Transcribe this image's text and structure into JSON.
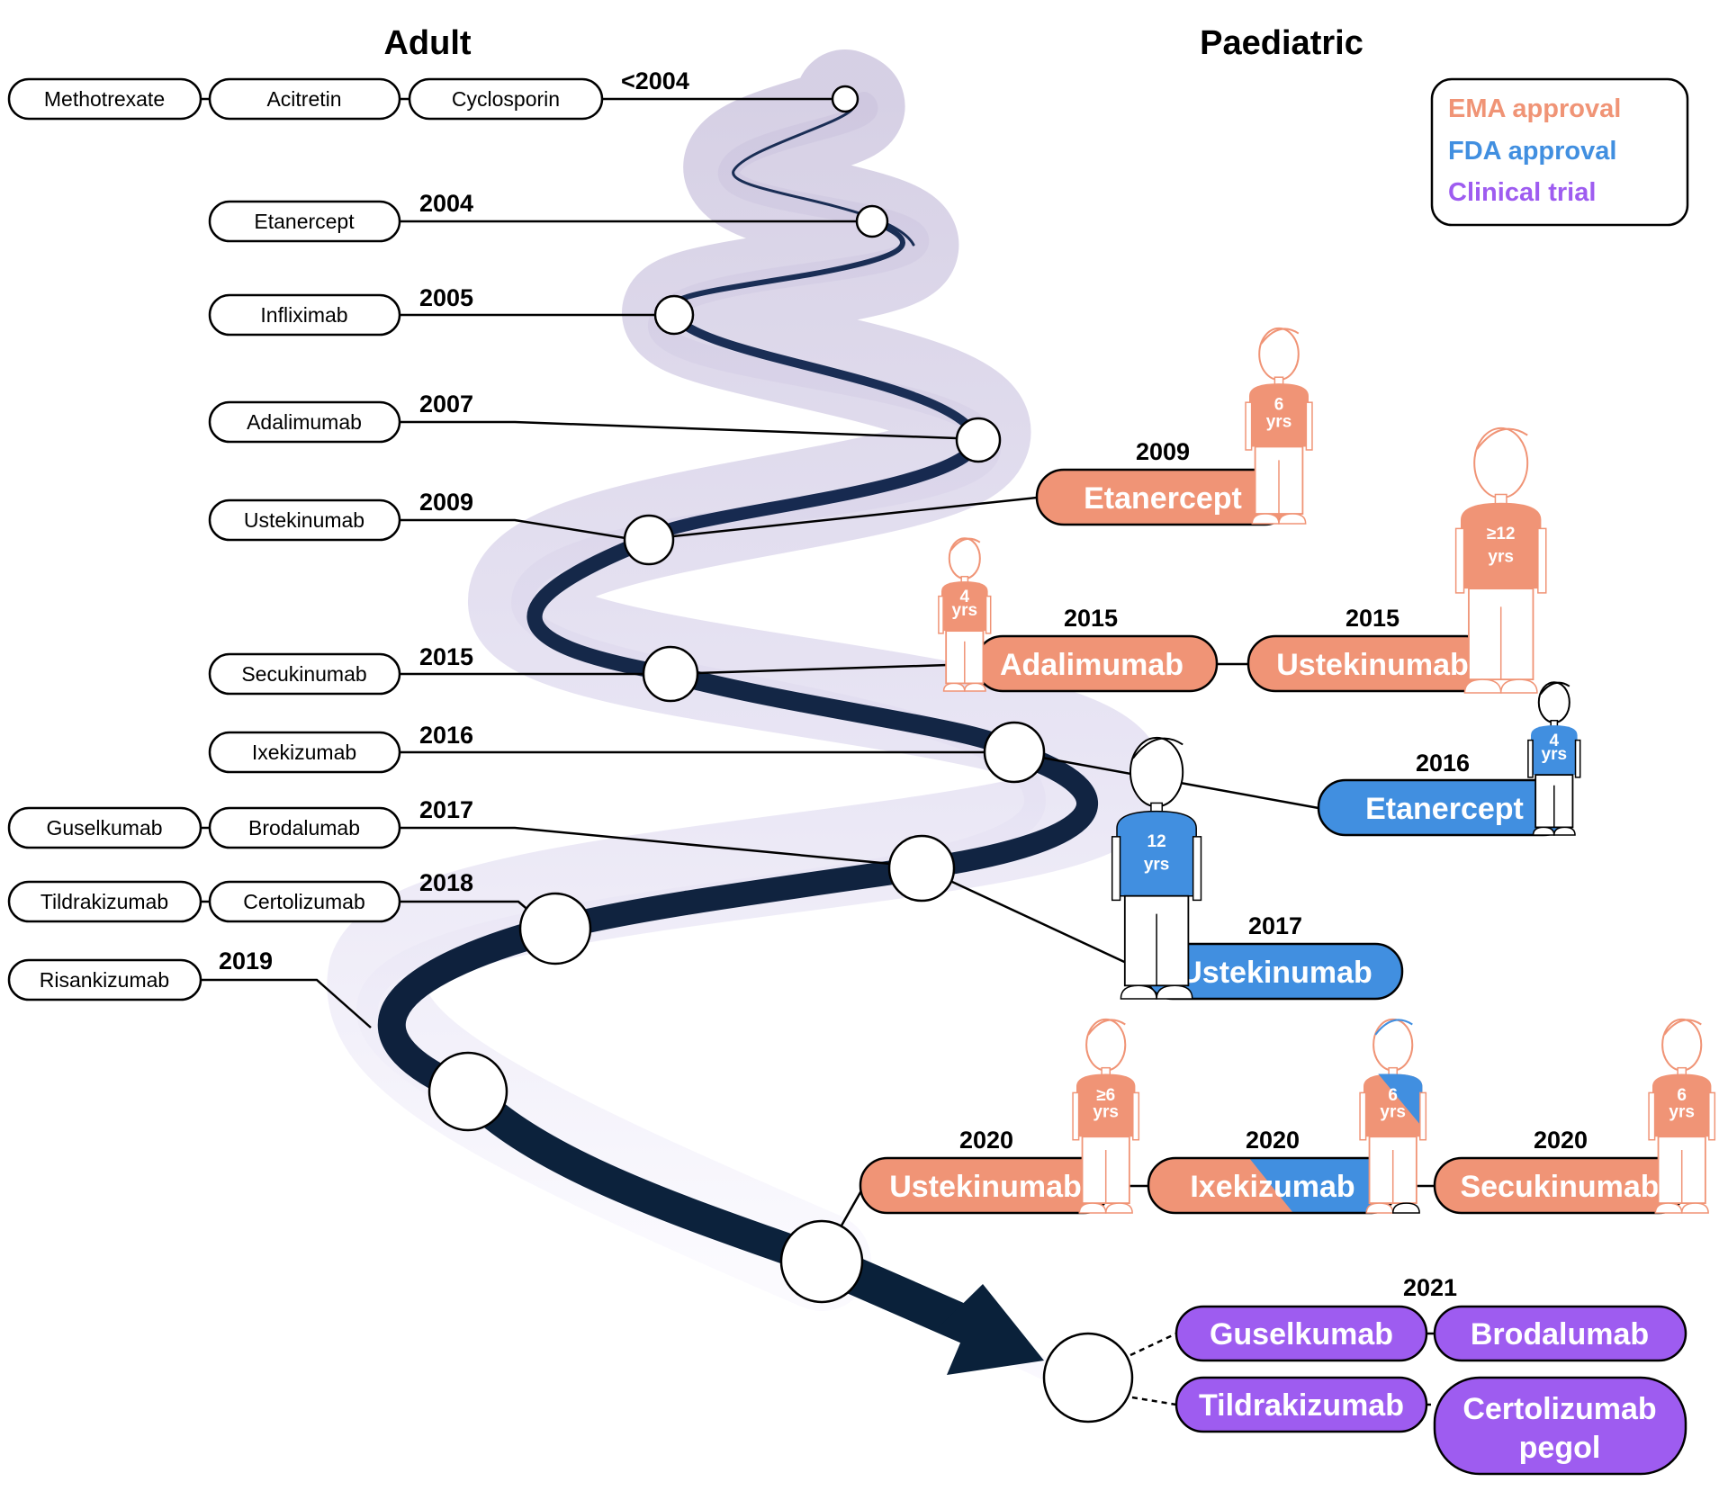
{
  "headings": {
    "adult": "Adult",
    "paediatric": "Paediatric"
  },
  "colors": {
    "ema": "#F09476",
    "fda": "#418FE0",
    "trial": "#9E5CF0",
    "path_dark": "#0B2340",
    "path_band": "#D6D0E6",
    "outline": "#000000",
    "node_fill": "#FFFFFF"
  },
  "legend": {
    "items": [
      {
        "label": "EMA approval",
        "color": "#F09476"
      },
      {
        "label": "FDA approval",
        "color": "#418FE0"
      },
      {
        "label": "Clinical trial",
        "color": "#9E5CF0"
      }
    ]
  },
  "adult": [
    {
      "year": "<2004",
      "drugs": [
        "Methotrexate",
        "Acitretin",
        "Cyclosporin"
      ]
    },
    {
      "year": "2004",
      "drugs": [
        "Etanercept"
      ]
    },
    {
      "year": "2005",
      "drugs": [
        "Infliximab"
      ]
    },
    {
      "year": "2007",
      "drugs": [
        "Adalimumab"
      ]
    },
    {
      "year": "2009",
      "drugs": [
        "Ustekinumab"
      ]
    },
    {
      "year": "2015",
      "drugs": [
        "Secukinumab"
      ]
    },
    {
      "year": "2016",
      "drugs": [
        "Ixekizumab"
      ]
    },
    {
      "year": "2017",
      "drugs": [
        "Guselkumab",
        "Brodalumab"
      ]
    },
    {
      "year": "2018",
      "drugs": [
        "Tildrakizumab",
        "Certolizumab"
      ]
    },
    {
      "year": "2019",
      "drugs": [
        "Risankizumab"
      ]
    }
  ],
  "paediatric": [
    {
      "year": "2009",
      "drug": "Etanercept",
      "agency": "EMA",
      "age": [
        "6",
        "yrs"
      ]
    },
    {
      "year": "2015",
      "drug": "Adalimumab",
      "agency": "EMA",
      "age": [
        "4",
        "yrs"
      ]
    },
    {
      "year": "2015",
      "drug": "Ustekinumab",
      "agency": "EMA",
      "age": [
        "≥12",
        "yrs"
      ]
    },
    {
      "year": "2016",
      "drug": "Etanercept",
      "agency": "FDA",
      "age": [
        "4",
        "yrs"
      ]
    },
    {
      "year": "2017",
      "drug": "Ustekinumab",
      "agency": "FDA",
      "age": [
        "12",
        "yrs"
      ]
    },
    {
      "year": "2020",
      "drug": "Ustekinumab",
      "agency": "EMA",
      "age": [
        "≥6",
        "yrs"
      ]
    },
    {
      "year": "2020",
      "drug": "Ixekizumab",
      "agency": "EMA+FDA",
      "age": [
        "6",
        "yrs"
      ]
    },
    {
      "year": "2020",
      "drug": "Secukinumab",
      "agency": "EMA",
      "age": [
        "6",
        "yrs"
      ]
    }
  ],
  "trials": {
    "year": "2021",
    "drugs": [
      "Guselkumab",
      "Brodalumab",
      "Tildrakizumab",
      "Certolizumab",
      "pegol"
    ]
  }
}
